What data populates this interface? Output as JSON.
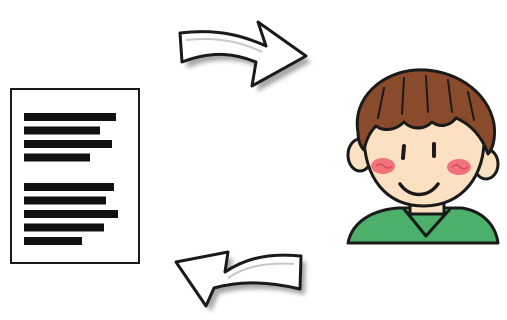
{
  "scene": {
    "document": {
      "icon": "text-document-icon",
      "line_groups": [
        4,
        5
      ]
    },
    "arrow_top": {
      "icon": "curved-arrow-right-icon",
      "direction": "document-to-person"
    },
    "arrow_bottom": {
      "icon": "curved-arrow-left-icon",
      "direction": "person-to-document"
    },
    "person": {
      "icon": "smiling-boy-icon"
    }
  },
  "colors": {
    "background": "#ffffff",
    "outline": "#1a1a1a",
    "text_lines": "#111111",
    "arrow_fill": "#ffffff",
    "arrow_shadow": "#8c8c8c",
    "hair": "#8a4a2c",
    "skin": "#fbe1c2",
    "cheeks": "#f0727a",
    "shirt": "#4caf6a"
  }
}
